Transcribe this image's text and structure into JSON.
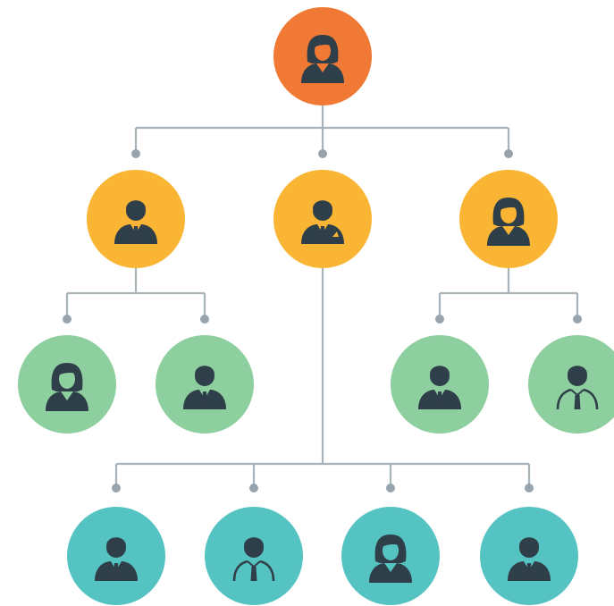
{
  "colors": {
    "connector": "#a7b2bb",
    "dot": "#97a3ad",
    "icon": "#2f3f4a",
    "levels": [
      "#f07a35",
      "#f9b533",
      "#8ecf9f",
      "#56c3c3"
    ]
  },
  "nodes": [
    {
      "id": "root",
      "level": 0,
      "icon": "woman-avatar-icon"
    },
    {
      "id": "l1-left",
      "level": 1,
      "icon": "man-avatar-icon"
    },
    {
      "id": "l1-center",
      "level": 1,
      "icon": "man-suit-avatar-icon"
    },
    {
      "id": "l1-right",
      "level": 1,
      "icon": "woman-avatar-icon"
    },
    {
      "id": "l2-a",
      "level": 2,
      "icon": "woman-avatar-icon"
    },
    {
      "id": "l2-b",
      "level": 2,
      "icon": "man-avatar-icon"
    },
    {
      "id": "l2-c",
      "level": 2,
      "icon": "man-avatar-icon"
    },
    {
      "id": "l2-d",
      "level": 2,
      "icon": "man-outline-avatar-icon"
    },
    {
      "id": "l3-a",
      "level": 3,
      "icon": "man-avatar-icon"
    },
    {
      "id": "l3-b",
      "level": 3,
      "icon": "man-outline-avatar-icon"
    },
    {
      "id": "l3-c",
      "level": 3,
      "icon": "woman-avatar-icon"
    },
    {
      "id": "l3-d",
      "level": 3,
      "icon": "man-avatar-icon"
    }
  ],
  "edges": [
    [
      "root",
      "l1-left"
    ],
    [
      "root",
      "l1-center"
    ],
    [
      "root",
      "l1-right"
    ],
    [
      "l1-left",
      "l2-a"
    ],
    [
      "l1-left",
      "l2-b"
    ],
    [
      "l1-right",
      "l2-c"
    ],
    [
      "l1-right",
      "l2-d"
    ],
    [
      "l1-center",
      "l3-a"
    ],
    [
      "l1-center",
      "l3-b"
    ],
    [
      "l1-center",
      "l3-c"
    ],
    [
      "l1-center",
      "l3-d"
    ]
  ]
}
